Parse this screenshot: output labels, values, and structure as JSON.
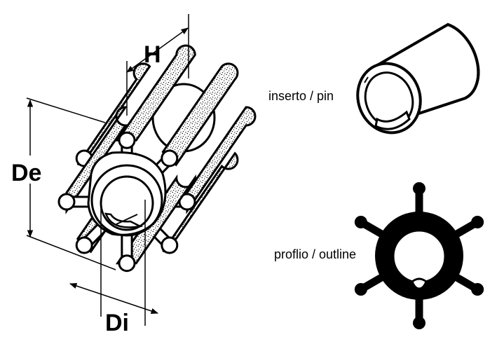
{
  "labels": {
    "dim_h": "H",
    "dim_de": "De",
    "dim_di": "Di",
    "insert_caption": "inserto / pin",
    "outline_caption": "proflio / outline"
  },
  "colors": {
    "ink": "#000000",
    "paper": "#ffffff"
  },
  "impeller": {
    "vane_count": 8
  },
  "outline_profile": {
    "vane_count": 6
  }
}
